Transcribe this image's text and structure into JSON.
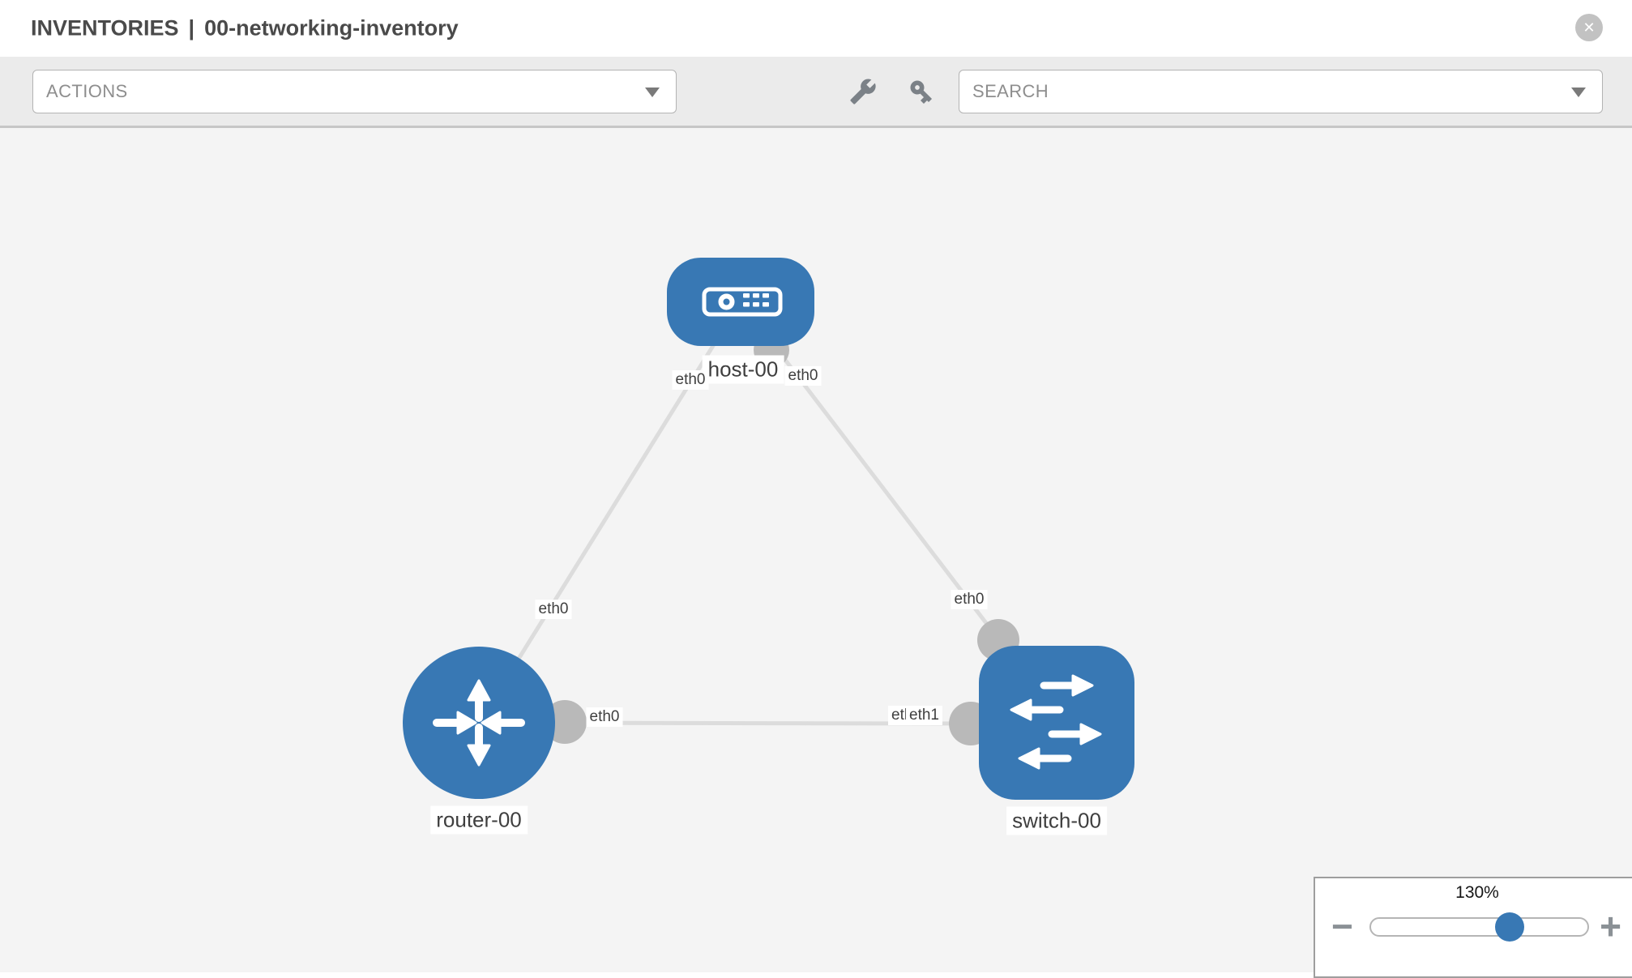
{
  "header": {
    "breadcrumb": "INVENTORIES",
    "divider": "|",
    "title": "00-networking-inventory",
    "close_glyph": "✕"
  },
  "toolbar": {
    "actions_label": "ACTIONS",
    "search_label": "SEARCH",
    "icons": [
      "wrench-icon",
      "key-icon"
    ]
  },
  "topology": {
    "nodes": [
      {
        "id": "host-00",
        "type": "host",
        "label": "host-00"
      },
      {
        "id": "router-00",
        "type": "router",
        "label": "router-00"
      },
      {
        "id": "switch-00",
        "type": "switch",
        "label": "switch-00"
      }
    ],
    "interfaces": {
      "host_left": "eth0",
      "host_right": "eth0",
      "link_host_router": "eth0",
      "link_host_switch": "eth0",
      "router_right": "eth0",
      "switch_under": "eth0",
      "switch_left": "eth1"
    },
    "links": [
      {
        "from": "host-00",
        "to": "router-00",
        "from_if": "eth0",
        "to_if": "eth0"
      },
      {
        "from": "host-00",
        "to": "switch-00",
        "from_if": "eth0",
        "to_if": "eth0"
      },
      {
        "from": "router-00",
        "to": "switch-00",
        "from_if": "eth0",
        "to_if": "eth1"
      }
    ]
  },
  "zoom_control": {
    "value": "130%",
    "minus_glyph": "−",
    "plus_glyph": "+"
  },
  "colors": {
    "node-blue": "#3878b4",
    "link-gray": "#dcdcdc",
    "iface-gray": "#b9b9b9",
    "toolbar-bg": "#ebebeb",
    "canvas-bg": "#f4f4f4",
    "text-dark": "#4a4a4a",
    "muted-gray": "#8e8e8e",
    "icon-gray": "#7b8187",
    "panel-border": "#9e9e9e"
  }
}
